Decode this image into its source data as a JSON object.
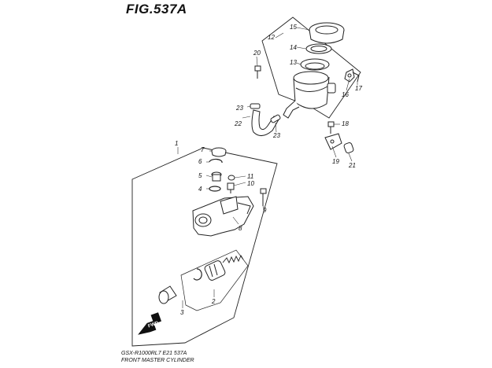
{
  "figure": {
    "title": "FIG.537A",
    "model_line": "GSX-R1000RL7  E21  537A",
    "subtitle": "FRONT MASTER CYLINDER",
    "fwd_label": "FWD"
  },
  "callouts": {
    "c1": "1",
    "c2": "2",
    "c3": "3",
    "c4": "4",
    "c5": "5",
    "c6": "6",
    "c7": "7",
    "c8": "8",
    "c9": "9",
    "c10": "10",
    "c11": "11",
    "c12": "12",
    "c13": "13",
    "c14": "14",
    "c15": "15",
    "c16": "16",
    "c17": "17",
    "c18": "18",
    "c19": "19",
    "c20": "20",
    "c21": "21",
    "c22": "22",
    "c23a": "23",
    "c23b": "23"
  }
}
